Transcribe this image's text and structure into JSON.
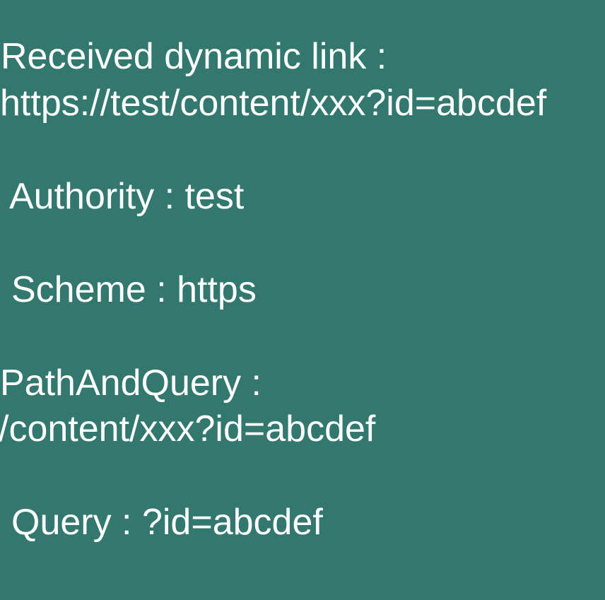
{
  "background_color": "#33786e",
  "text_color": "#ffffff",
  "received_label": "Received dynamic link :",
  "received_value": "https://test/content/xxx?id=abcdef",
  "authority_line": "Authority : test",
  "scheme_line": "Scheme : https",
  "path_and_query_label": "PathAndQuery :",
  "path_and_query_value": "/content/xxx?id=abcdef",
  "query_line": "Query : ?id=abcdef"
}
